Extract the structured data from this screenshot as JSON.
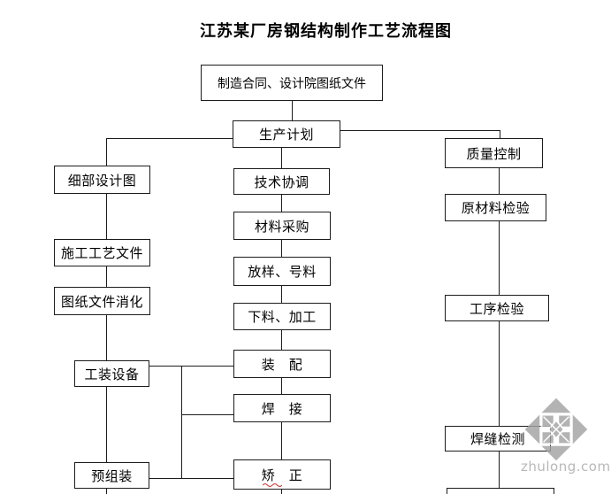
{
  "title": "江苏某厂房钢结构制作工艺流程图",
  "nodes": {
    "contract": "制造合同、设计院图纸文件",
    "plan": "生产计划",
    "quality_control": "质量控制",
    "detail_design": "细部设计图",
    "tech_coordination": "技术协调",
    "raw_material_inspection": "原材料检验",
    "construction_process_doc": "施工工艺文件",
    "material_purchase": "材料采购",
    "lofting_marking": "放样、号料",
    "drawing_digestion": "图纸文件消化",
    "process_inspection": "工序检验",
    "cutting_processing": "下料、加工",
    "tooling_equipment": "工装设备",
    "assembly": "装　配",
    "welding": "焊　接",
    "weld_seam_inspection": "焊缝检测",
    "pre_assembly": "预组装",
    "correction": "矫　正"
  },
  "watermark": {
    "text": "zhulong.com"
  },
  "colors": {
    "pageBg": "#ffffff",
    "boxBg": "#ffffff",
    "line": "#1c1c1c",
    "text": "#000000",
    "watermarkGray": "#a3a3a3",
    "watermarkText": "#b8b8b8",
    "spellRed": "#cc3333"
  }
}
